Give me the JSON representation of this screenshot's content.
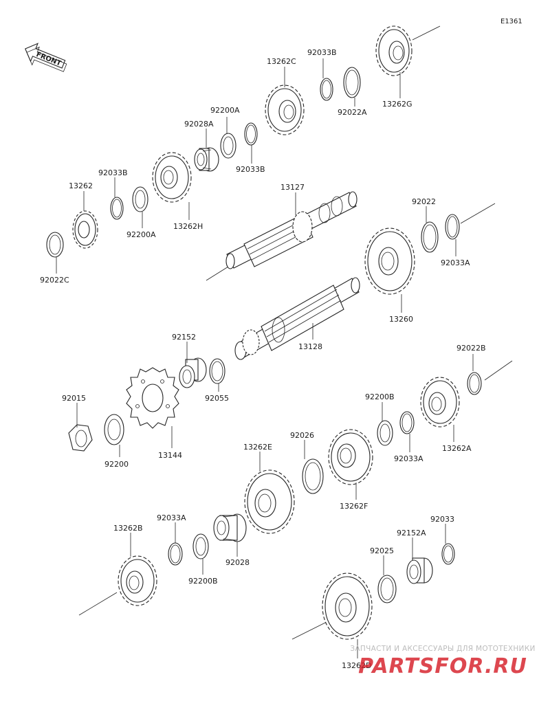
{
  "diagram_code": "E1361",
  "front_badge": "FRONT",
  "labels": {
    "p13262G": "13262G",
    "p92033B_top": "92033B",
    "p13262C": "13262C",
    "p92022A": "92022A",
    "p92200A_top": "92200A",
    "p92028A": "92028A",
    "p92033B_mid": "92033B",
    "p92033B_left": "92033B",
    "p13262": "13262",
    "p13262H": "13262H",
    "p92200A_left": "92200A",
    "p92022C": "92022C",
    "p13127": "13127",
    "p92022": "92022",
    "p92033A_right": "92033A",
    "p13260": "13260",
    "p13128": "13128",
    "p92152": "92152",
    "p92055": "92055",
    "p92022B": "92022B",
    "p92015": "92015",
    "p92200": "92200",
    "p13144": "13144",
    "p92200B_mid": "92200B",
    "p92033A_mid": "92033A",
    "p13262A": "13262A",
    "p92026": "92026",
    "p13262E": "13262E",
    "p13262F": "13262F",
    "p13262B": "13262B",
    "p92033A_low": "92033A",
    "p92200B_low": "92200B",
    "p92028": "92028",
    "p92033": "92033",
    "p92152A": "92152A",
    "p92025": "92025",
    "p13262D": "13262D"
  },
  "watermark": {
    "subtitle": "ЗАПЧАСТИ И АКСЕССУАРЫ ДЛЯ МОТОТЕХНИКИ",
    "logo": "PARTSFOR.RU"
  }
}
